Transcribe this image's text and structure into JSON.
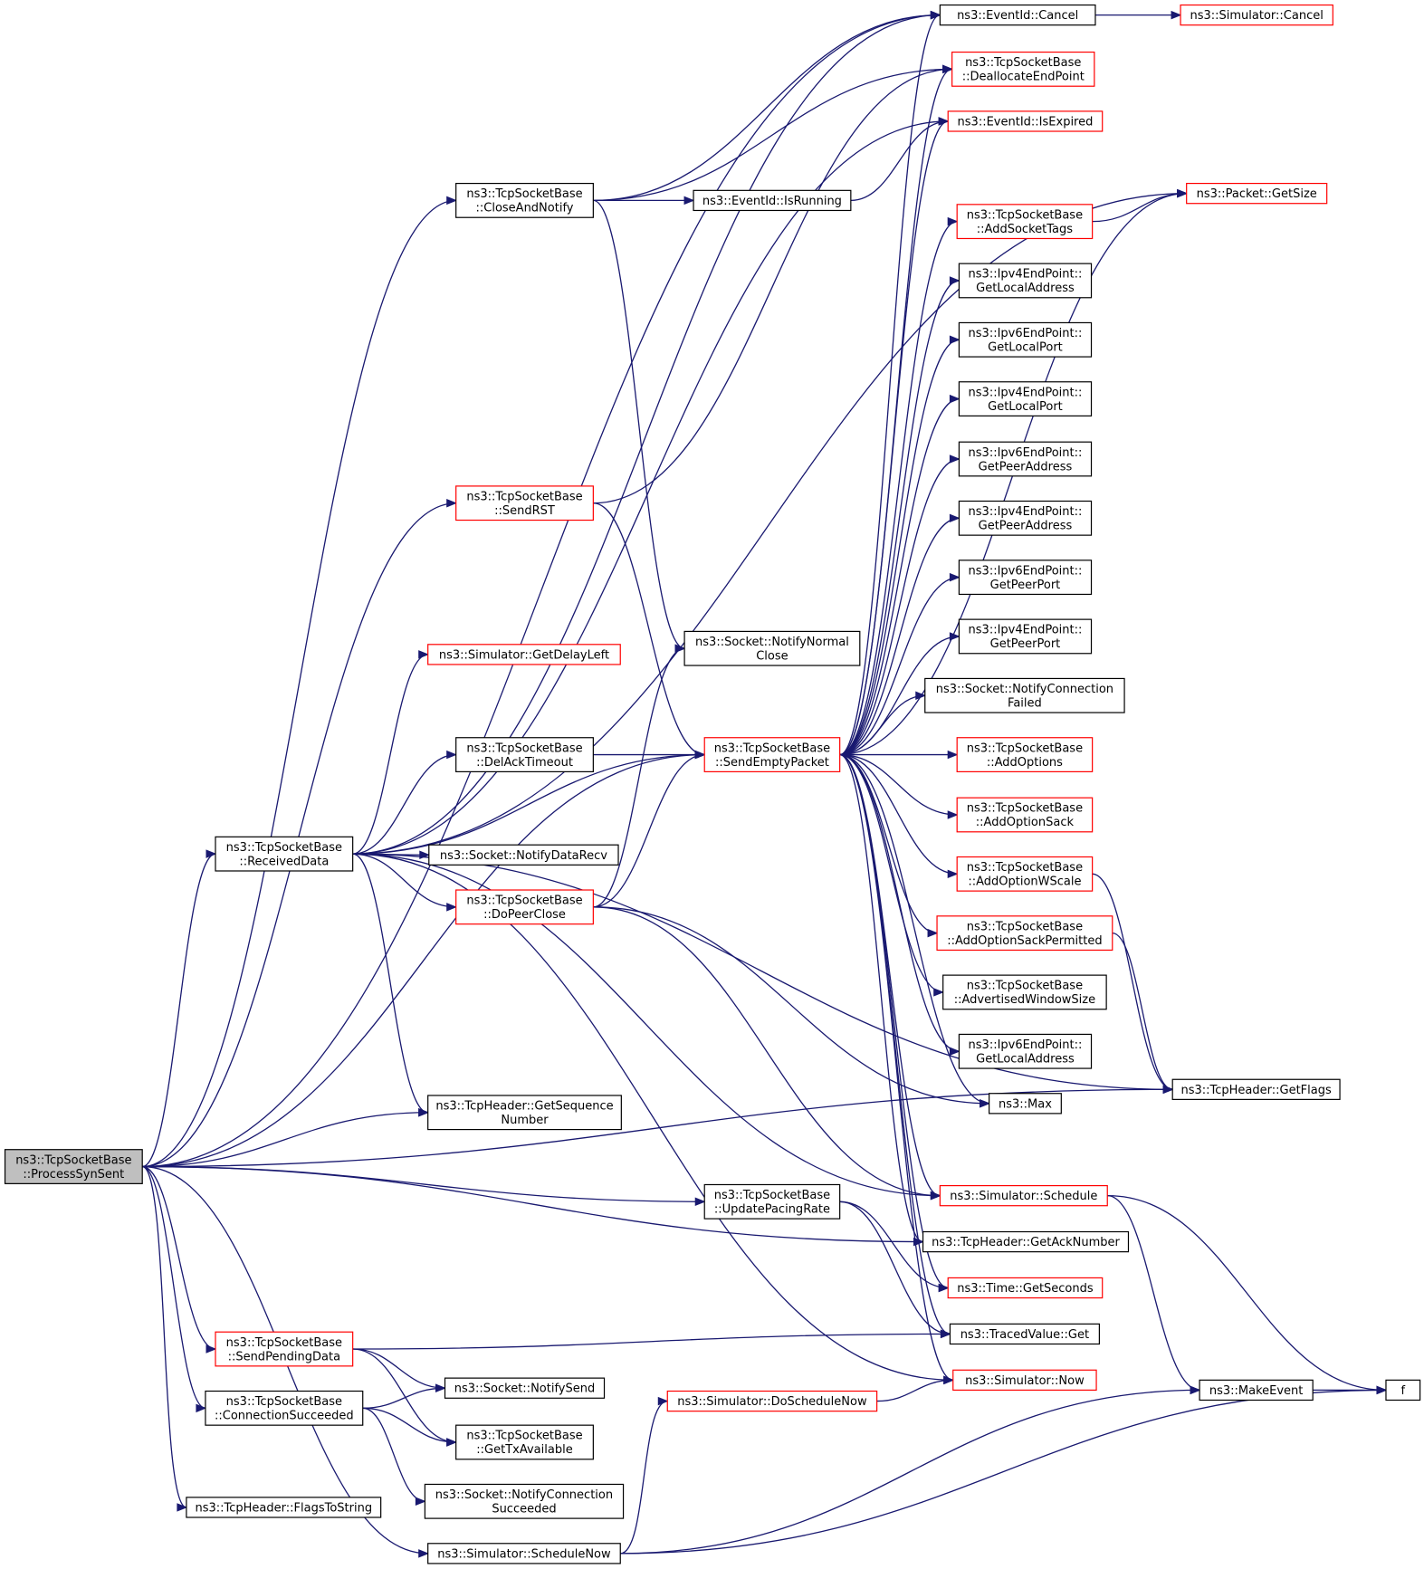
{
  "colors": {
    "edge": "#191970",
    "border": "#000000",
    "border_incomplete": "#ff0000",
    "root_fill": "#bfbfbf"
  },
  "nodes": [
    {
      "id": "ProcessSynSent",
      "lines": [
        "ns3::TcpSocketBase",
        "::ProcessSynSent"
      ],
      "style": "gray"
    },
    {
      "id": "EventIdCancel",
      "lines": [
        "ns3::EventId::Cancel"
      ],
      "style": "black"
    },
    {
      "id": "SimulatorCancel",
      "lines": [
        "ns3::Simulator::Cancel"
      ],
      "style": "red"
    },
    {
      "id": "DeallocateEndPoint",
      "lines": [
        "ns3::TcpSocketBase",
        "::DeallocateEndPoint"
      ],
      "style": "red"
    },
    {
      "id": "IsExpired",
      "lines": [
        "ns3::EventId::IsExpired"
      ],
      "style": "red"
    },
    {
      "id": "CloseAndNotify",
      "lines": [
        "ns3::TcpSocketBase",
        "::CloseAndNotify"
      ],
      "style": "black"
    },
    {
      "id": "IsRunning",
      "lines": [
        "ns3::EventId::IsRunning"
      ],
      "style": "black"
    },
    {
      "id": "PacketGetSize",
      "lines": [
        "ns3::Packet::GetSize"
      ],
      "style": "red"
    },
    {
      "id": "AddSocketTags",
      "lines": [
        "ns3::TcpSocketBase",
        "::AddSocketTags"
      ],
      "style": "red"
    },
    {
      "id": "Ipv4GetLocalAddress",
      "lines": [
        "ns3::Ipv4EndPoint::",
        "GetLocalAddress"
      ],
      "style": "black"
    },
    {
      "id": "Ipv6GetLocalPort",
      "lines": [
        "ns3::Ipv6EndPoint::",
        "GetLocalPort"
      ],
      "style": "black"
    },
    {
      "id": "Ipv4GetLocalPort",
      "lines": [
        "ns3::Ipv4EndPoint::",
        "GetLocalPort"
      ],
      "style": "black"
    },
    {
      "id": "Ipv6GetPeerAddress",
      "lines": [
        "ns3::Ipv6EndPoint::",
        "GetPeerAddress"
      ],
      "style": "black"
    },
    {
      "id": "SendRST",
      "lines": [
        "ns3::TcpSocketBase",
        "::SendRST"
      ],
      "style": "red"
    },
    {
      "id": "Ipv4GetPeerAddress",
      "lines": [
        "ns3::Ipv4EndPoint::",
        "GetPeerAddress"
      ],
      "style": "black"
    },
    {
      "id": "Ipv6GetPeerPort",
      "lines": [
        "ns3::Ipv6EndPoint::",
        "GetPeerPort"
      ],
      "style": "black"
    },
    {
      "id": "NotifyNormalClose",
      "lines": [
        "ns3::Socket::NotifyNormal",
        "Close"
      ],
      "style": "black"
    },
    {
      "id": "Ipv4GetPeerPort",
      "lines": [
        "ns3::Ipv4EndPoint::",
        "GetPeerPort"
      ],
      "style": "black"
    },
    {
      "id": "GetDelayLeft",
      "lines": [
        "ns3::Simulator::GetDelayLeft"
      ],
      "style": "red"
    },
    {
      "id": "NotifyConnectionFailed",
      "lines": [
        "ns3::Socket::NotifyConnection",
        "Failed"
      ],
      "style": "black"
    },
    {
      "id": "DelAckTimeout",
      "lines": [
        "ns3::TcpSocketBase",
        "::DelAckTimeout"
      ],
      "style": "black"
    },
    {
      "id": "SendEmptyPacket",
      "lines": [
        "ns3::TcpSocketBase",
        "::SendEmptyPacket"
      ],
      "style": "red"
    },
    {
      "id": "AddOptions",
      "lines": [
        "ns3::TcpSocketBase",
        "::AddOptions"
      ],
      "style": "red"
    },
    {
      "id": "AddOptionSack",
      "lines": [
        "ns3::TcpSocketBase",
        "::AddOptionSack"
      ],
      "style": "red"
    },
    {
      "id": "ReceivedData",
      "lines": [
        "ns3::TcpSocketBase",
        "::ReceivedData"
      ],
      "style": "black"
    },
    {
      "id": "NotifyDataRecv",
      "lines": [
        "ns3::Socket::NotifyDataRecv"
      ],
      "style": "black"
    },
    {
      "id": "AddOptionWScale",
      "lines": [
        "ns3::TcpSocketBase",
        "::AddOptionWScale"
      ],
      "style": "red"
    },
    {
      "id": "DoPeerClose",
      "lines": [
        "ns3::TcpSocketBase",
        "::DoPeerClose"
      ],
      "style": "red"
    },
    {
      "id": "AddOptionSackPermitted",
      "lines": [
        "ns3::TcpSocketBase",
        "::AddOptionSackPermitted"
      ],
      "style": "red"
    },
    {
      "id": "AdvertisedWindowSize",
      "lines": [
        "ns3::TcpSocketBase",
        "::AdvertisedWindowSize"
      ],
      "style": "black"
    },
    {
      "id": "Ipv6GetLocalAddress",
      "lines": [
        "ns3::Ipv6EndPoint::",
        "GetLocalAddress"
      ],
      "style": "black"
    },
    {
      "id": "GetSequenceNumber",
      "lines": [
        "ns3::TcpHeader::GetSequence",
        "Number"
      ],
      "style": "black"
    },
    {
      "id": "Max",
      "lines": [
        "ns3::Max"
      ],
      "style": "black"
    },
    {
      "id": "GetFlags",
      "lines": [
        "ns3::TcpHeader::GetFlags"
      ],
      "style": "black"
    },
    {
      "id": "SimulatorSchedule",
      "lines": [
        "ns3::Simulator::Schedule"
      ],
      "style": "red"
    },
    {
      "id": "UpdatePacingRate",
      "lines": [
        "ns3::TcpSocketBase",
        "::UpdatePacingRate"
      ],
      "style": "black"
    },
    {
      "id": "GetAckNumber",
      "lines": [
        "ns3::TcpHeader::GetAckNumber"
      ],
      "style": "black"
    },
    {
      "id": "TimeGetSeconds",
      "lines": [
        "ns3::Time::GetSeconds"
      ],
      "style": "red"
    },
    {
      "id": "SendPendingData",
      "lines": [
        "ns3::TcpSocketBase",
        "::SendPendingData"
      ],
      "style": "red"
    },
    {
      "id": "TracedValueGet",
      "lines": [
        "ns3::TracedValue::Get"
      ],
      "style": "black"
    },
    {
      "id": "SimulatorNow",
      "lines": [
        "ns3::Simulator::Now"
      ],
      "style": "red"
    },
    {
      "id": "NotifySend",
      "lines": [
        "ns3::Socket::NotifySend"
      ],
      "style": "black"
    },
    {
      "id": "ConnectionSucceeded",
      "lines": [
        "ns3::TcpSocketBase",
        "::ConnectionSucceeded"
      ],
      "style": "black"
    },
    {
      "id": "DoScheduleNow",
      "lines": [
        "ns3::Simulator::DoScheduleNow"
      ],
      "style": "red"
    },
    {
      "id": "MakeEvent",
      "lines": [
        "ns3::MakeEvent"
      ],
      "style": "black"
    },
    {
      "id": "f",
      "lines": [
        "f"
      ],
      "style": "black"
    },
    {
      "id": "GetTxAvailable",
      "lines": [
        "ns3::TcpSocketBase",
        "::GetTxAvailable"
      ],
      "style": "black"
    },
    {
      "id": "NotifyConnectionSucceeded",
      "lines": [
        "ns3::Socket::NotifyConnection",
        "Succeeded"
      ],
      "style": "black"
    },
    {
      "id": "FlagsToString",
      "lines": [
        "ns3::TcpHeader::FlagsToString"
      ],
      "style": "black"
    },
    {
      "id": "ScheduleNow",
      "lines": [
        "ns3::Simulator::ScheduleNow"
      ],
      "style": "black"
    }
  ],
  "edges": [
    [
      "ProcessSynSent",
      "EventIdCancel"
    ],
    [
      "ProcessSynSent",
      "CloseAndNotify"
    ],
    [
      "ProcessSynSent",
      "SendRST"
    ],
    [
      "ProcessSynSent",
      "SendEmptyPacket"
    ],
    [
      "ProcessSynSent",
      "ReceivedData"
    ],
    [
      "ProcessSynSent",
      "GetSequenceNumber"
    ],
    [
      "ProcessSynSent",
      "GetAckNumber"
    ],
    [
      "ProcessSynSent",
      "UpdatePacingRate"
    ],
    [
      "ProcessSynSent",
      "GetFlags"
    ],
    [
      "ProcessSynSent",
      "SendPendingData"
    ],
    [
      "ProcessSynSent",
      "ConnectionSucceeded"
    ],
    [
      "ProcessSynSent",
      "FlagsToString"
    ],
    [
      "ProcessSynSent",
      "ScheduleNow"
    ],
    [
      "EventIdCancel",
      "SimulatorCancel"
    ],
    [
      "CloseAndNotify",
      "EventIdCancel"
    ],
    [
      "CloseAndNotify",
      "DeallocateEndPoint"
    ],
    [
      "CloseAndNotify",
      "IsRunning"
    ],
    [
      "CloseAndNotify",
      "NotifyNormalClose"
    ],
    [
      "IsRunning",
      "IsExpired"
    ],
    [
      "AddSocketTags",
      "PacketGetSize"
    ],
    [
      "SendRST",
      "DeallocateEndPoint"
    ],
    [
      "SendRST",
      "SendEmptyPacket"
    ],
    [
      "ReceivedData",
      "EventIdCancel"
    ],
    [
      "ReceivedData",
      "PacketGetSize"
    ],
    [
      "ReceivedData",
      "GetDelayLeft"
    ],
    [
      "ReceivedData",
      "DelAckTimeout"
    ],
    [
      "ReceivedData",
      "SendEmptyPacket"
    ],
    [
      "ReceivedData",
      "NotifyDataRecv"
    ],
    [
      "ReceivedData",
      "DoPeerClose"
    ],
    [
      "ReceivedData",
      "GetSequenceNumber"
    ],
    [
      "ReceivedData",
      "IsExpired"
    ],
    [
      "ReceivedData",
      "SimulatorSchedule"
    ],
    [
      "ReceivedData",
      "GetFlags"
    ],
    [
      "ReceivedData",
      "SimulatorNow"
    ],
    [
      "DelAckTimeout",
      "SendEmptyPacket"
    ],
    [
      "DoPeerClose",
      "NotifyNormalClose"
    ],
    [
      "DoPeerClose",
      "SendEmptyPacket"
    ],
    [
      "DoPeerClose",
      "SimulatorSchedule"
    ],
    [
      "DoPeerClose",
      "Max"
    ],
    [
      "SendEmptyPacket",
      "EventIdCancel"
    ],
    [
      "SendEmptyPacket",
      "DeallocateEndPoint"
    ],
    [
      "SendEmptyPacket",
      "IsExpired"
    ],
    [
      "SendEmptyPacket",
      "PacketGetSize"
    ],
    [
      "SendEmptyPacket",
      "AddSocketTags"
    ],
    [
      "SendEmptyPacket",
      "Ipv4GetLocalAddress"
    ],
    [
      "SendEmptyPacket",
      "Ipv6GetLocalPort"
    ],
    [
      "SendEmptyPacket",
      "Ipv4GetLocalPort"
    ],
    [
      "SendEmptyPacket",
      "Ipv6GetPeerAddress"
    ],
    [
      "SendEmptyPacket",
      "Ipv4GetPeerAddress"
    ],
    [
      "SendEmptyPacket",
      "Ipv6GetPeerPort"
    ],
    [
      "SendEmptyPacket",
      "Ipv4GetPeerPort"
    ],
    [
      "SendEmptyPacket",
      "NotifyConnectionFailed"
    ],
    [
      "SendEmptyPacket",
      "AddOptions"
    ],
    [
      "SendEmptyPacket",
      "AddOptionSack"
    ],
    [
      "SendEmptyPacket",
      "AddOptionWScale"
    ],
    [
      "SendEmptyPacket",
      "AddOptionSackPermitted"
    ],
    [
      "SendEmptyPacket",
      "AdvertisedWindowSize"
    ],
    [
      "SendEmptyPacket",
      "Ipv6GetLocalAddress"
    ],
    [
      "SendEmptyPacket",
      "Max"
    ],
    [
      "SendEmptyPacket",
      "SimulatorSchedule"
    ],
    [
      "SendEmptyPacket",
      "GetAckNumber"
    ],
    [
      "SendEmptyPacket",
      "TimeGetSeconds"
    ],
    [
      "SendEmptyPacket",
      "TracedValueGet"
    ],
    [
      "SendEmptyPacket",
      "SimulatorNow"
    ],
    [
      "AddOptionWScale",
      "GetFlags"
    ],
    [
      "AddOptionSackPermitted",
      "GetFlags"
    ],
    [
      "SimulatorSchedule",
      "MakeEvent"
    ],
    [
      "SimulatorSchedule",
      "f"
    ],
    [
      "UpdatePacingRate",
      "TimeGetSeconds"
    ],
    [
      "UpdatePacingRate",
      "TracedValueGet"
    ],
    [
      "SendPendingData",
      "TracedValueGet"
    ],
    [
      "SendPendingData",
      "NotifySend"
    ],
    [
      "SendPendingData",
      "GetTxAvailable"
    ],
    [
      "ConnectionSucceeded",
      "NotifySend"
    ],
    [
      "ConnectionSucceeded",
      "GetTxAvailable"
    ],
    [
      "ConnectionSucceeded",
      "NotifyConnectionSucceeded"
    ],
    [
      "DoScheduleNow",
      "SimulatorNow"
    ],
    [
      "ScheduleNow",
      "DoScheduleNow"
    ],
    [
      "ScheduleNow",
      "MakeEvent"
    ],
    [
      "ScheduleNow",
      "f"
    ],
    [
      "MakeEvent",
      "f"
    ]
  ]
}
